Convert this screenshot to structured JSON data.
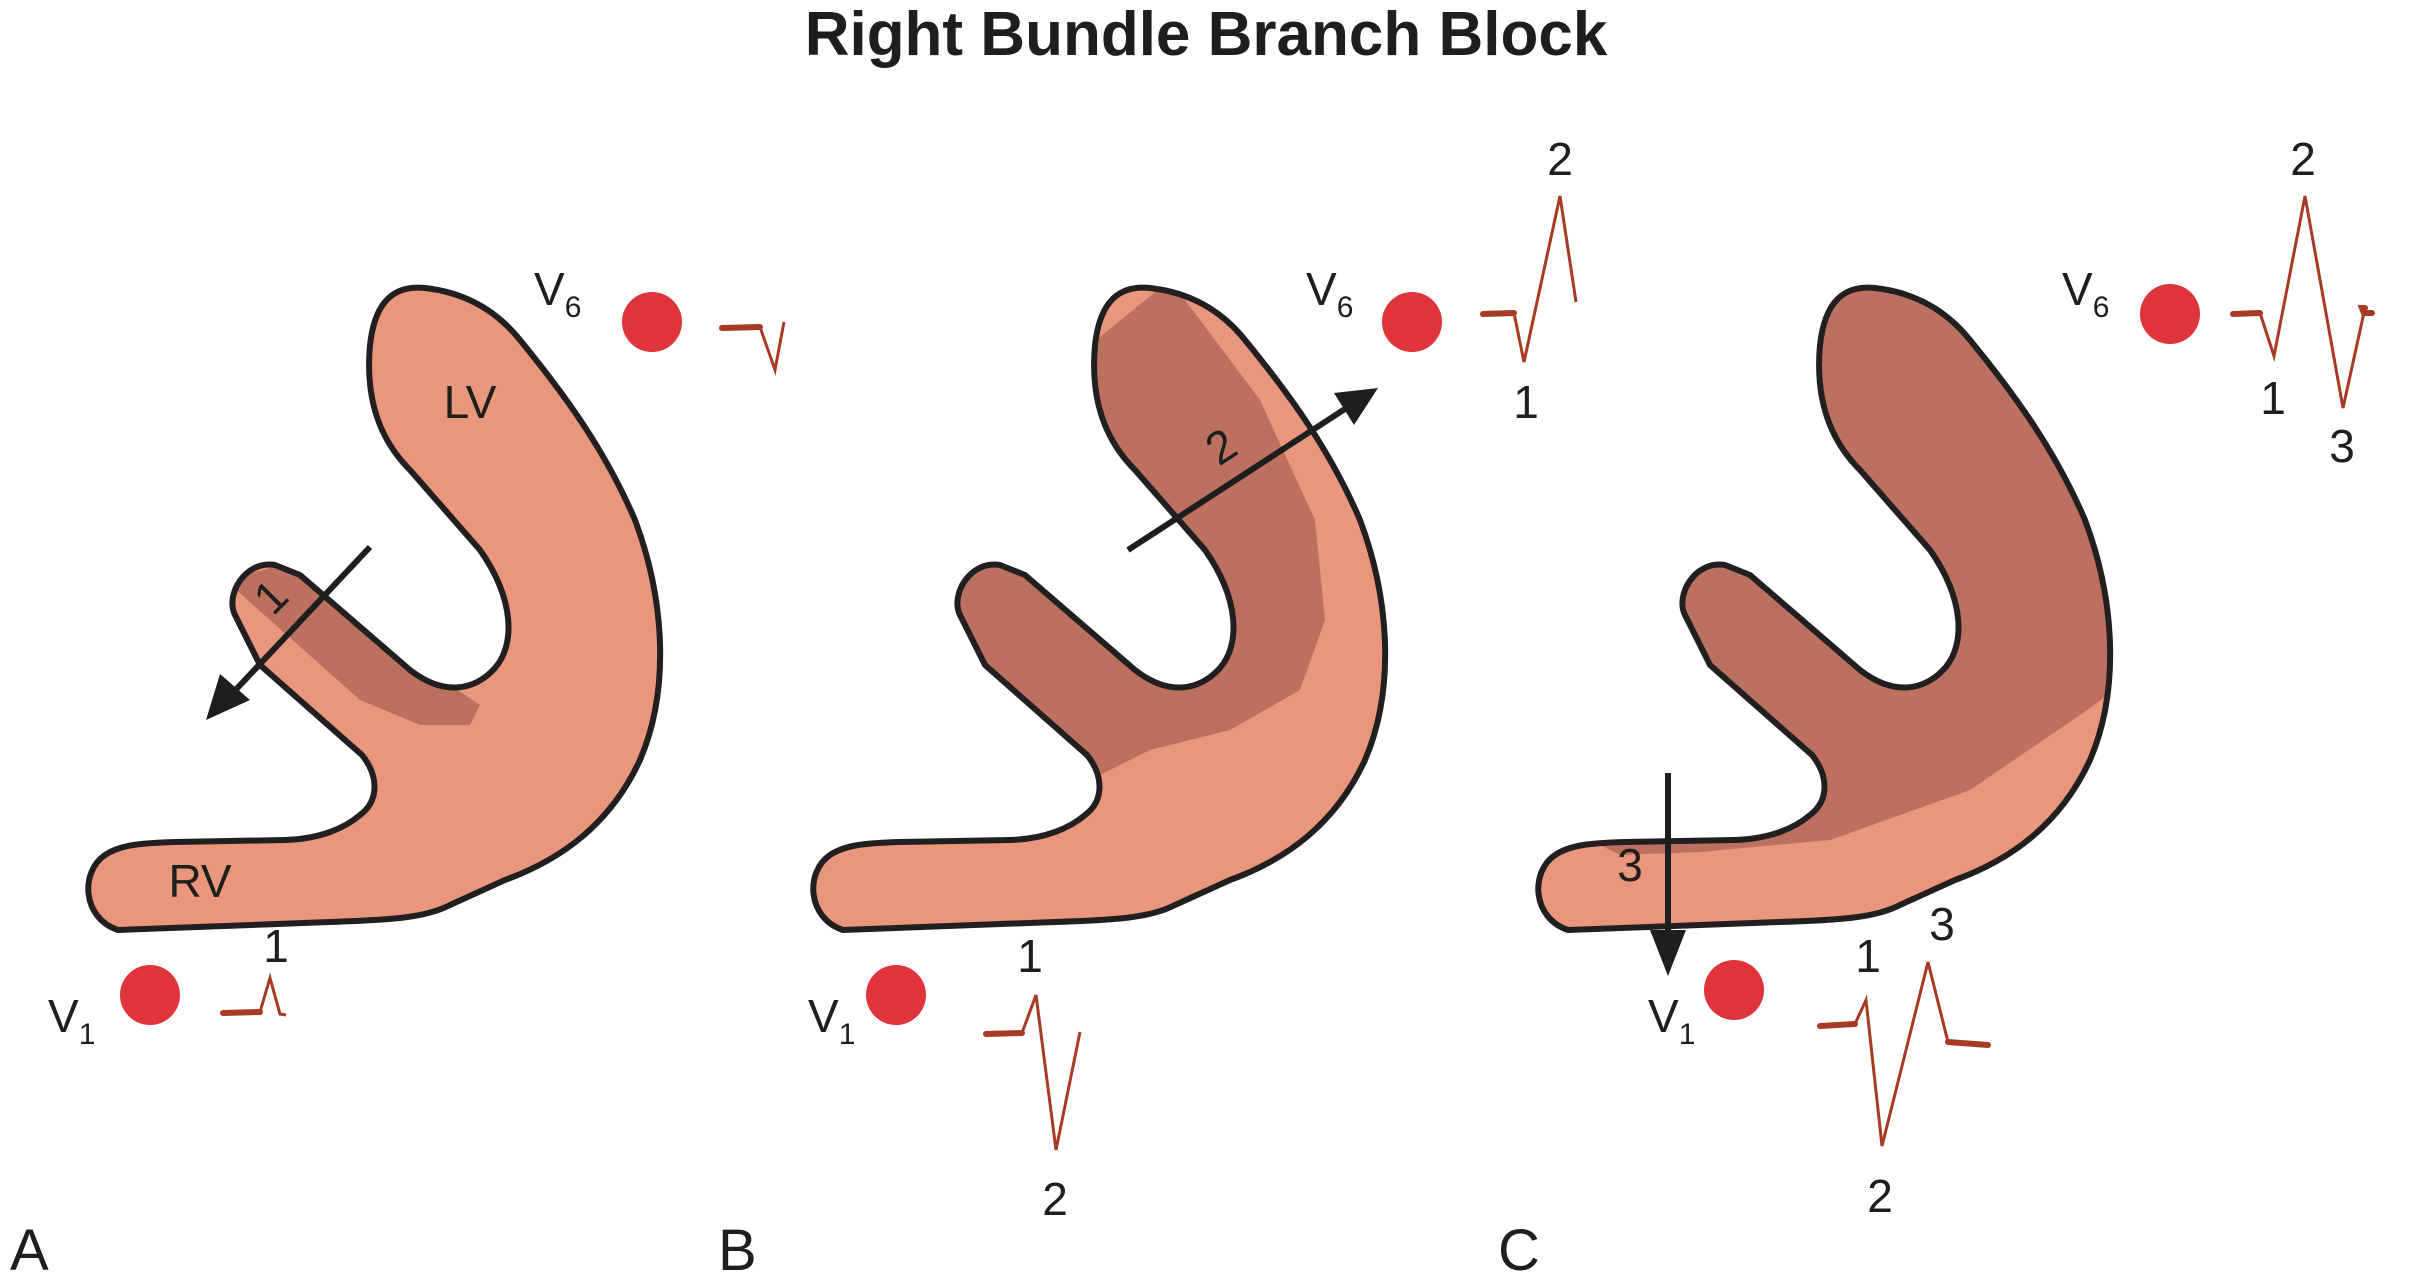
{
  "title": "Right Bundle Branch Block",
  "colors": {
    "myocardium": "#e8967c",
    "depolarized": "#bc7160",
    "outline": "#231f20",
    "electrode": "#e0343c",
    "ecg_trace": "#a63a22"
  },
  "panels": [
    {
      "letter": "A",
      "chamber_labels": {
        "lv": "LV",
        "rv": "RV"
      },
      "vector_number": "1",
      "v6": {
        "lead": "V",
        "sub": "6"
      },
      "v1": {
        "lead": "V",
        "sub": "1"
      },
      "v1_wave_labels": [
        "1"
      ],
      "v6_wave_labels": []
    },
    {
      "letter": "B",
      "vector_number": "2",
      "v6": {
        "lead": "V",
        "sub": "6"
      },
      "v1": {
        "lead": "V",
        "sub": "1"
      },
      "v6_wave_labels": [
        "2",
        "1"
      ],
      "v1_wave_labels": [
        "1",
        "2"
      ]
    },
    {
      "letter": "C",
      "vector_number": "3",
      "v6": {
        "lead": "V",
        "sub": "6"
      },
      "v1": {
        "lead": "V",
        "sub": "1"
      },
      "v6_wave_labels": [
        "2",
        "1",
        "3"
      ],
      "v1_wave_labels": [
        "1",
        "3",
        "2"
      ]
    }
  ]
}
